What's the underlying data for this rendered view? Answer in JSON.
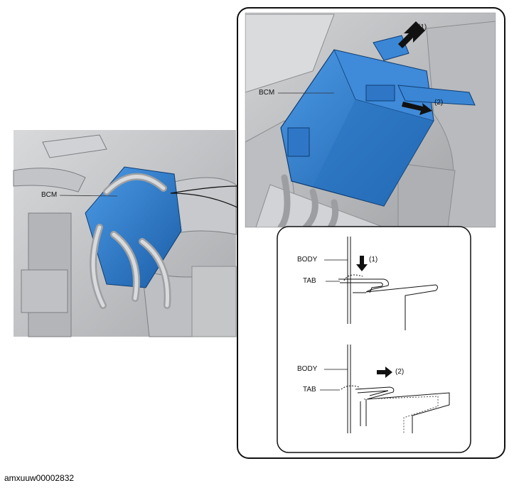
{
  "left_view": {
    "bcm_label": "BCM"
  },
  "detail_view": {
    "bcm_label": "BCM",
    "step1_label": "(1)",
    "step2_label": "(2)"
  },
  "diagram_step1": {
    "body_label": "BODY",
    "tab_label": "TAB",
    "arrow_label": "(1)"
  },
  "diagram_step2": {
    "body_label": "BODY",
    "tab_label": "TAB",
    "arrow_label": "(2)"
  },
  "caption": "amxuuw00002832",
  "colors": {
    "bcm_blue": "#2f7fd0",
    "bcm_dark": "#1c5fa8",
    "bg_gray": "#c9cacc",
    "frame": "#222222"
  }
}
